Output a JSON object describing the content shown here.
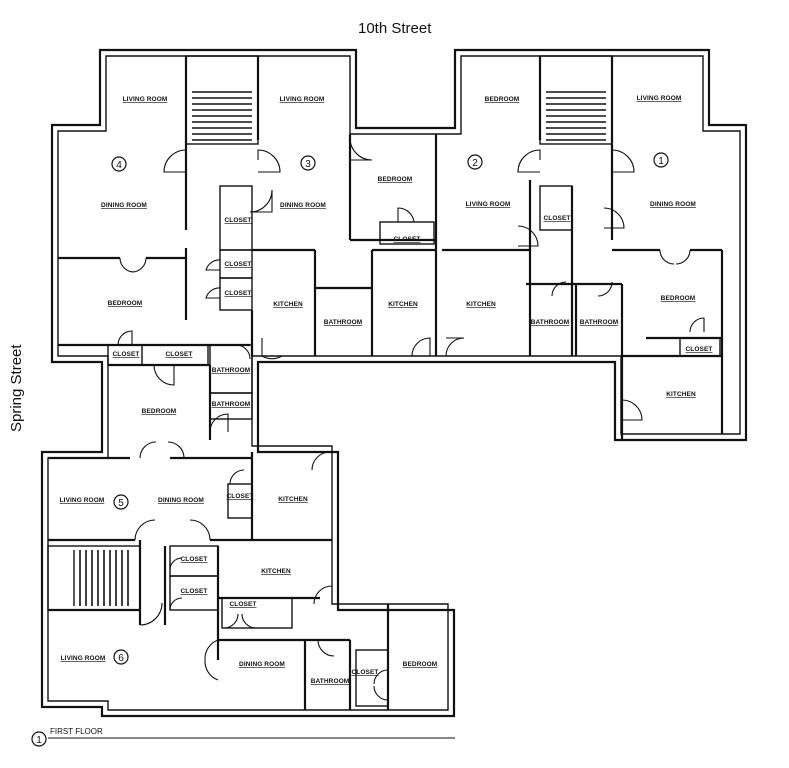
{
  "streets": {
    "north": "10th Street",
    "west": "Spring Street"
  },
  "caption": {
    "number": "1",
    "title": "FIRST FLOOR"
  },
  "units": [
    "1",
    "2",
    "3",
    "4",
    "5",
    "6"
  ],
  "rooms": {
    "living_room": "LIVING ROOM",
    "dining_room": "DINING ROOM",
    "bedroom": "BEDROOM",
    "kitchen": "KITCHEN",
    "bathroom": "BATHROOM",
    "closet": "CLOSET"
  }
}
